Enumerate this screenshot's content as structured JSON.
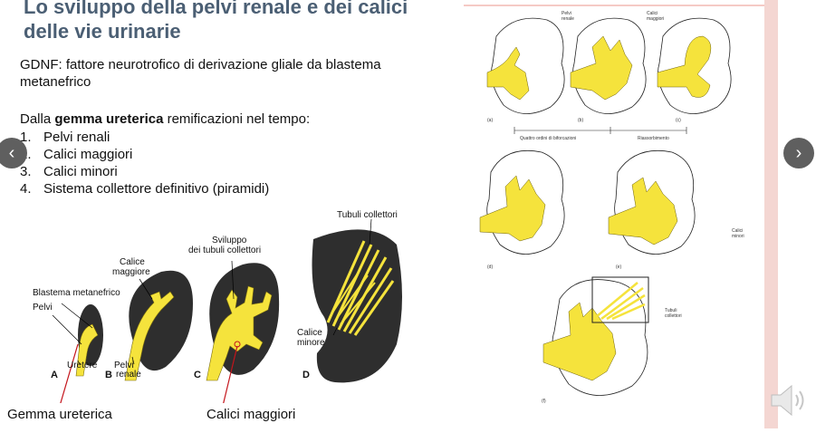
{
  "title": "Lo sviluppo della pelvi renale e dei calici delle vie urinarie",
  "gdnf": "GDNF: fattore neurotrofico di derivazione gliale da blastema metanefrico",
  "intro": {
    "prefix": "Dalla ",
    "bold": "gemma ureterica",
    "suffix": " remificazioni nel tempo:"
  },
  "list": [
    {
      "num": "1.",
      "text": "Pelvi renali"
    },
    {
      "num": "2.",
      "text": "Calici maggiori"
    },
    {
      "num": "3.",
      "text": "Calici minori"
    },
    {
      "num": "4.",
      "text": "Sistema collettore definitivo (piramidi)"
    }
  ],
  "nav": {
    "prev": "‹",
    "next": "›"
  },
  "figure_left": {
    "tubuli": "Tubuli collettori",
    "sviluppo_1": "Sviluppo",
    "sviluppo_2": "dei tubuli collettori",
    "calice_maggiore_1": "Calice",
    "calice_maggiore_2": "maggiore",
    "blastema": "Blastema metanefrico",
    "pelvi": "Pelvi",
    "calice_minore_1": "Calice",
    "calice_minore_2": "minore",
    "uretere": "Uretere",
    "pelvi_renale_1": "Pelvi",
    "pelvi_renale_2": "renale",
    "letter_a": "A",
    "letter_b": "B",
    "letter_c": "C",
    "letter_d": "D"
  },
  "captions": {
    "gemma": "Gemma ureterica",
    "calici": "Calici maggiori"
  },
  "figure_right": {
    "pelvi_1": "Pelvi",
    "pelvi_2": "renale",
    "calici_1": "Calici",
    "calici_2": "maggiori",
    "a": "(a)",
    "b": "(b)",
    "c": "(c)",
    "quattro": "Quattro ordini di biforcazioni",
    "riassorbimento": "Riassorbimento",
    "d": "(d)",
    "e": "(e)",
    "minori_1": "Calici",
    "minori_2": "minori",
    "tubuli_1": "Tubuli",
    "tubuli_2": "collettori",
    "f": "(f)"
  },
  "colors": {
    "title": "#4b5f74",
    "yellow": "#f5e33c",
    "kidney_dark": "#2e2e2e",
    "arrow_red": "#c4151c",
    "nav": "#5f5f5f"
  }
}
